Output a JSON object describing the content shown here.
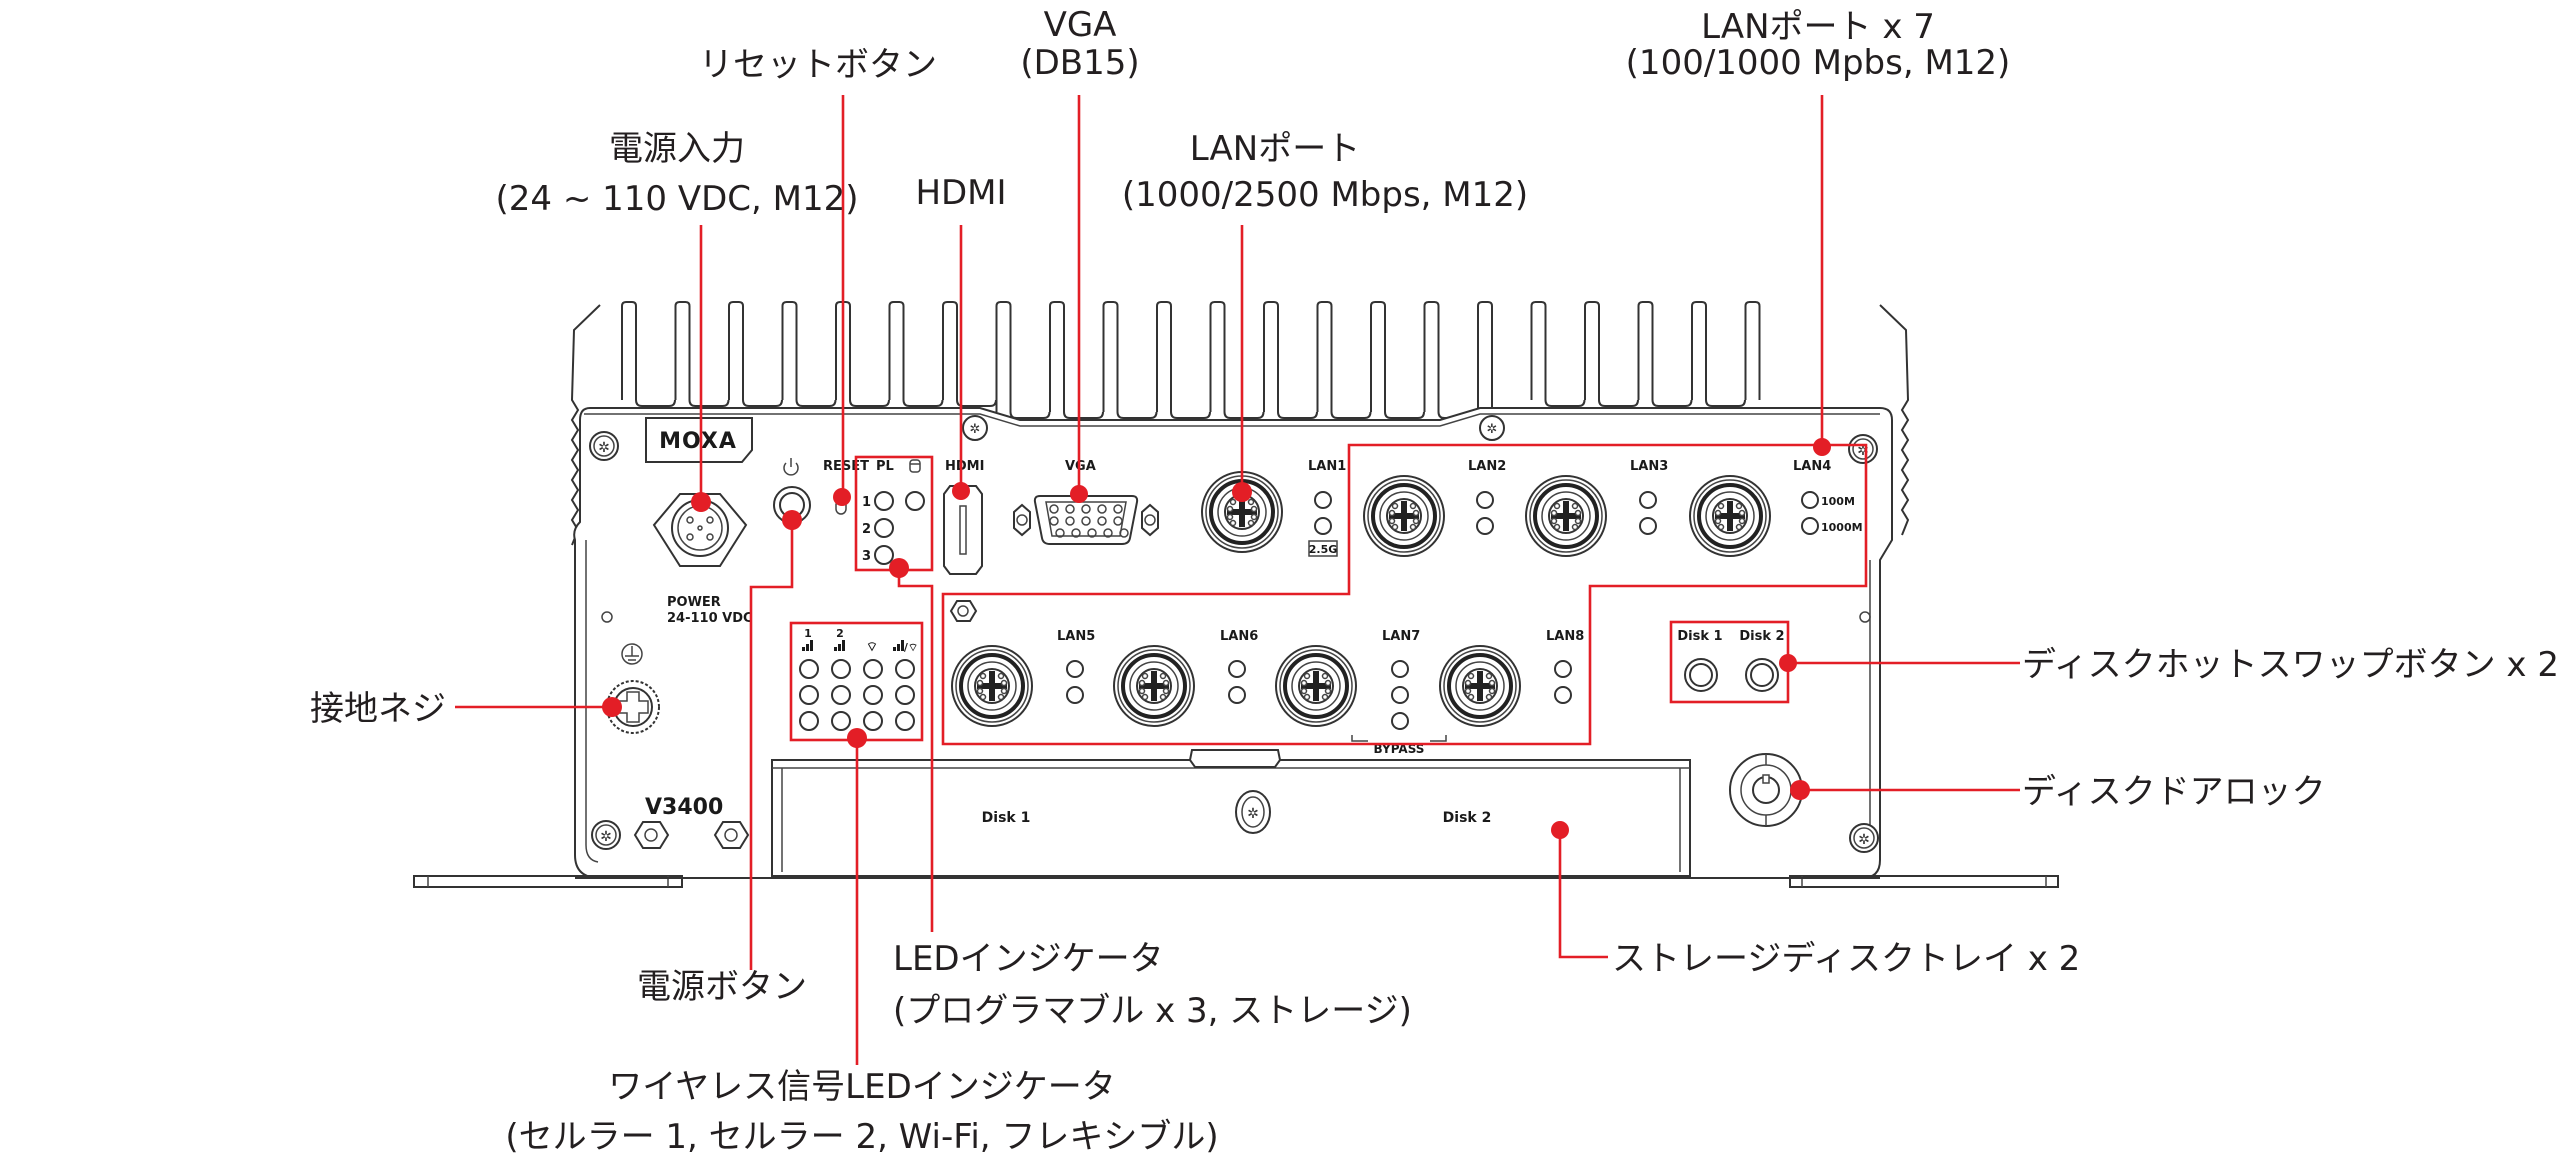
{
  "diagram": {
    "device_model": "V3400",
    "brand": "MOXA",
    "accent_color": "#e31e26",
    "callouts": {
      "reset_button": "リセットボタン",
      "vga_title": "VGA",
      "vga_sub": "(DB15)",
      "power_input_title": "電源入力",
      "power_input_sub": "(24 ~ 110 VDC, M12)",
      "hdmi": "HDMI",
      "lan_port_title": "LANポート",
      "lan_port_sub": "(1000/2500 Mbps, M12)",
      "lan_ports7_title": "LANポート x 7",
      "lan_ports7_sub": "(100/1000 Mpbs, M12)",
      "ground_screw": "接地ネジ",
      "disk_hotswap": "ディスクホットスワップボタン x 2",
      "disk_door_lock": "ディスクドアロック",
      "storage_tray": "ストレージディスクトレイ x 2",
      "power_button": "電源ボタン",
      "led_title": "LEDインジケータ",
      "led_sub": "(プログラマブル x 3, ストレージ)",
      "wireless_led_title": "ワイヤレス信号LEDインジケータ",
      "wireless_led_sub": "(セルラー 1, セルラー 2, Wi-Fi, フレキシブル)"
    },
    "panel_labels": {
      "power": "POWER",
      "power_range": "24-110 VDC",
      "reset": "RESET",
      "pl": "PL",
      "pl_rows": [
        "1",
        "2",
        "3"
      ],
      "hdmi": "HDMI",
      "vga": "VGA",
      "lan_top": [
        "LAN1",
        "LAN2",
        "LAN3",
        "LAN4"
      ],
      "lan_bottom": [
        "LAN5",
        "LAN6",
        "LAN7",
        "LAN8"
      ],
      "lan1_badge": "2.5G",
      "lan4_led_100": "100M",
      "lan4_led_1000": "1000M",
      "bypass": "BYPASS",
      "wireless_cols": [
        "1",
        "2"
      ],
      "disk1_button": "Disk 1",
      "disk2_button": "Disk 2",
      "tray_disk1": "Disk 1",
      "tray_disk2": "Disk 2"
    }
  }
}
